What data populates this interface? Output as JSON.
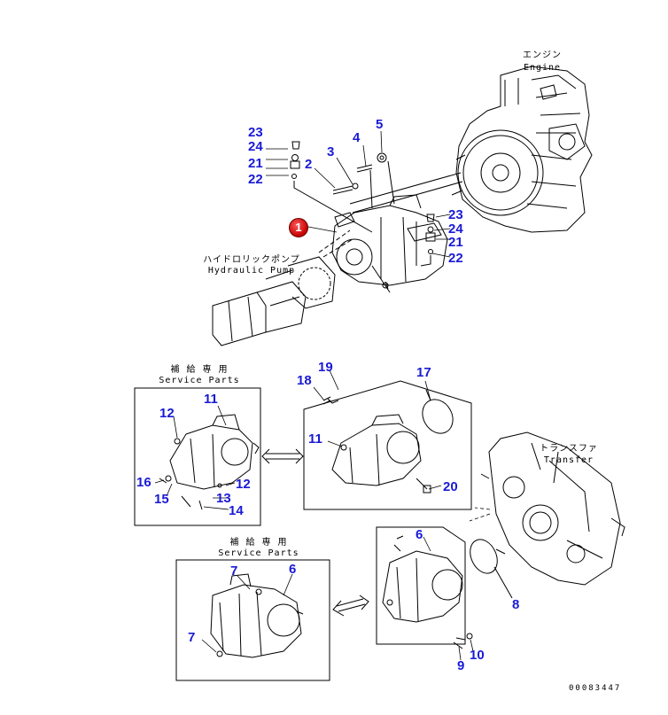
{
  "captions": {
    "engine_jp": "エンジン",
    "engine_en": "Engine",
    "pump_jp": "ハイドロリックポンプ",
    "pump_en": "Hydraulic Pump",
    "service_jp_1": "補 給 専 用",
    "service_en_1": "Service Parts",
    "service_jp_2": "補 給 専 用",
    "service_en_2": "Service Parts",
    "transfer_jp": "トランスファ",
    "transfer_en": "Transfer"
  },
  "highlight_part": "1",
  "part_numbers": {
    "p23a": "23",
    "p24a": "24",
    "p21a": "21",
    "p22a": "22",
    "p2": "2",
    "p3": "3",
    "p4": "4",
    "p5": "5",
    "p23b": "23",
    "p24b": "24",
    "p21b": "21",
    "p22b": "22",
    "p19": "19",
    "p18": "18",
    "p17": "17",
    "p11a": "11",
    "p12a": "12",
    "p16": "16",
    "p15": "15",
    "p12b": "12",
    "p13": "13",
    "p14": "14",
    "p11b": "11",
    "p20": "20",
    "p6a": "6",
    "p8": "8",
    "p9": "9",
    "p10": "10",
    "p7a": "7",
    "p6b": "6",
    "p7b": "7"
  },
  "drawing_code": "00083447",
  "colors": {
    "callout": "#1a1ad6",
    "highlight": "#c40000",
    "line": "#000000"
  }
}
